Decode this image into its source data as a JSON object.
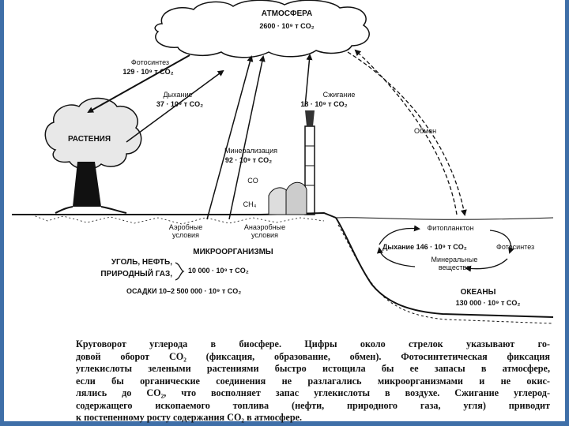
{
  "labels": {
    "atmosphere_title": "АТМОСФЕРА",
    "atmosphere_value": "2600 · 10⁹ т CO₂",
    "photosynthesis_title": "Фотосинтез",
    "photosynthesis_value": "129 · 10⁹ т CO₂",
    "respiration_title": "Дыхание",
    "respiration_value": "37 · 10⁹ т CO₂",
    "combustion_title": "Сжигание",
    "combustion_value": "18 · 10⁹ т CO₂",
    "exchange": "Обмен",
    "plants": "РАСТЕНИЯ",
    "mineralization_title": "Минерализация",
    "mineralization_value": "92 · 10⁹ т CO₂",
    "co": "CO",
    "ch4": "CH₄",
    "aerobic": "Аэробные\nусловия",
    "anaerobic": "Анаэробные\nусловия",
    "microorganisms": "МИКРООРГАНИЗМЫ",
    "coal_oil": "УГОЛЬ, НЕФТЬ,",
    "natural_gas": "ПРИРОДНЫЙ ГАЗ,",
    "fossil_value": "10 000 · 10⁹ т CO₂",
    "sediments": "ОСАДКИ 10–2 500 000 · 10⁹ т CO₂",
    "phytoplankton": "Фитопланктон",
    "ocean_respiration": "Дыхание 146 · 10⁹ т CO₂",
    "ocean_photosynthesis": "Фотосинтез",
    "minerals": "Минеральные\nвещества",
    "oceans_title": "ОКЕАНЫ",
    "oceans_value": "130 000 · 10⁹ т CO₂"
  },
  "caption_lines": [
    "Круговорот углерода в биосфере. Цифры около стрелок указывают го-",
    "довой оборот CO₂ (фиксация, образование, обмен). Фотосинтетическая фиксация",
    "углекислоты зелеными растениями быстро истощила бы ее запасы в атмосфере,",
    "если бы органические соединения не разлагались микроорганизмами и не окис-",
    "лялись до CO₂, что восполняет запас углекислоты в воздухе. Сжигание углерод-",
    "содержащего ископаемого топлива (нефти, природного газа, угля) приводит",
    "к постепенному росту содержания CO₂ в атмосфере."
  ],
  "colors": {
    "frame": "#3f6fa8",
    "ink": "#111111",
    "paper": "#ffffff"
  }
}
